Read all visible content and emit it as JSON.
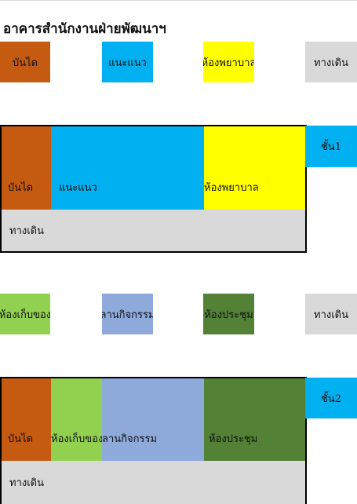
{
  "title": "อาคารสำนักงานฝ่ายพัฒนาฯ",
  "colors": {
    "stairs": "#c55a11",
    "guidance": "#00b0f0",
    "nurse_room": "#ffff00",
    "walkway": "#d9d9d9",
    "storage": "#92d050",
    "activity_yard": "#8eaadb",
    "meeting_room": "#538135",
    "floor_badge": "#00b0f0"
  },
  "legend_floor1": {
    "stairs": "บันได",
    "guidance": "แนะแนว",
    "nurse_room": "ห้องพยาบาล",
    "walkway": "ทางเดิน"
  },
  "floor1": {
    "label": "ชั้น1",
    "stairs": "บันได",
    "guidance": "แนะแนว",
    "nurse_room": "ห้องพยาบาล",
    "walkway": "ทางเดิน"
  },
  "legend_floor2": {
    "storage": "ห้องเก็บของ",
    "activity_yard": "ลานกิจกรรม",
    "meeting_room": "ห้องประชุม",
    "walkway": "ทางเดิน"
  },
  "floor2": {
    "label": "ชั้น2",
    "stairs": "บันได",
    "storage": "ห้องเก็บของ",
    "activity_yard": "ลานกิจกรรม",
    "meeting_room": "ห้องประชุม",
    "walkway": "ทางเดิน"
  }
}
